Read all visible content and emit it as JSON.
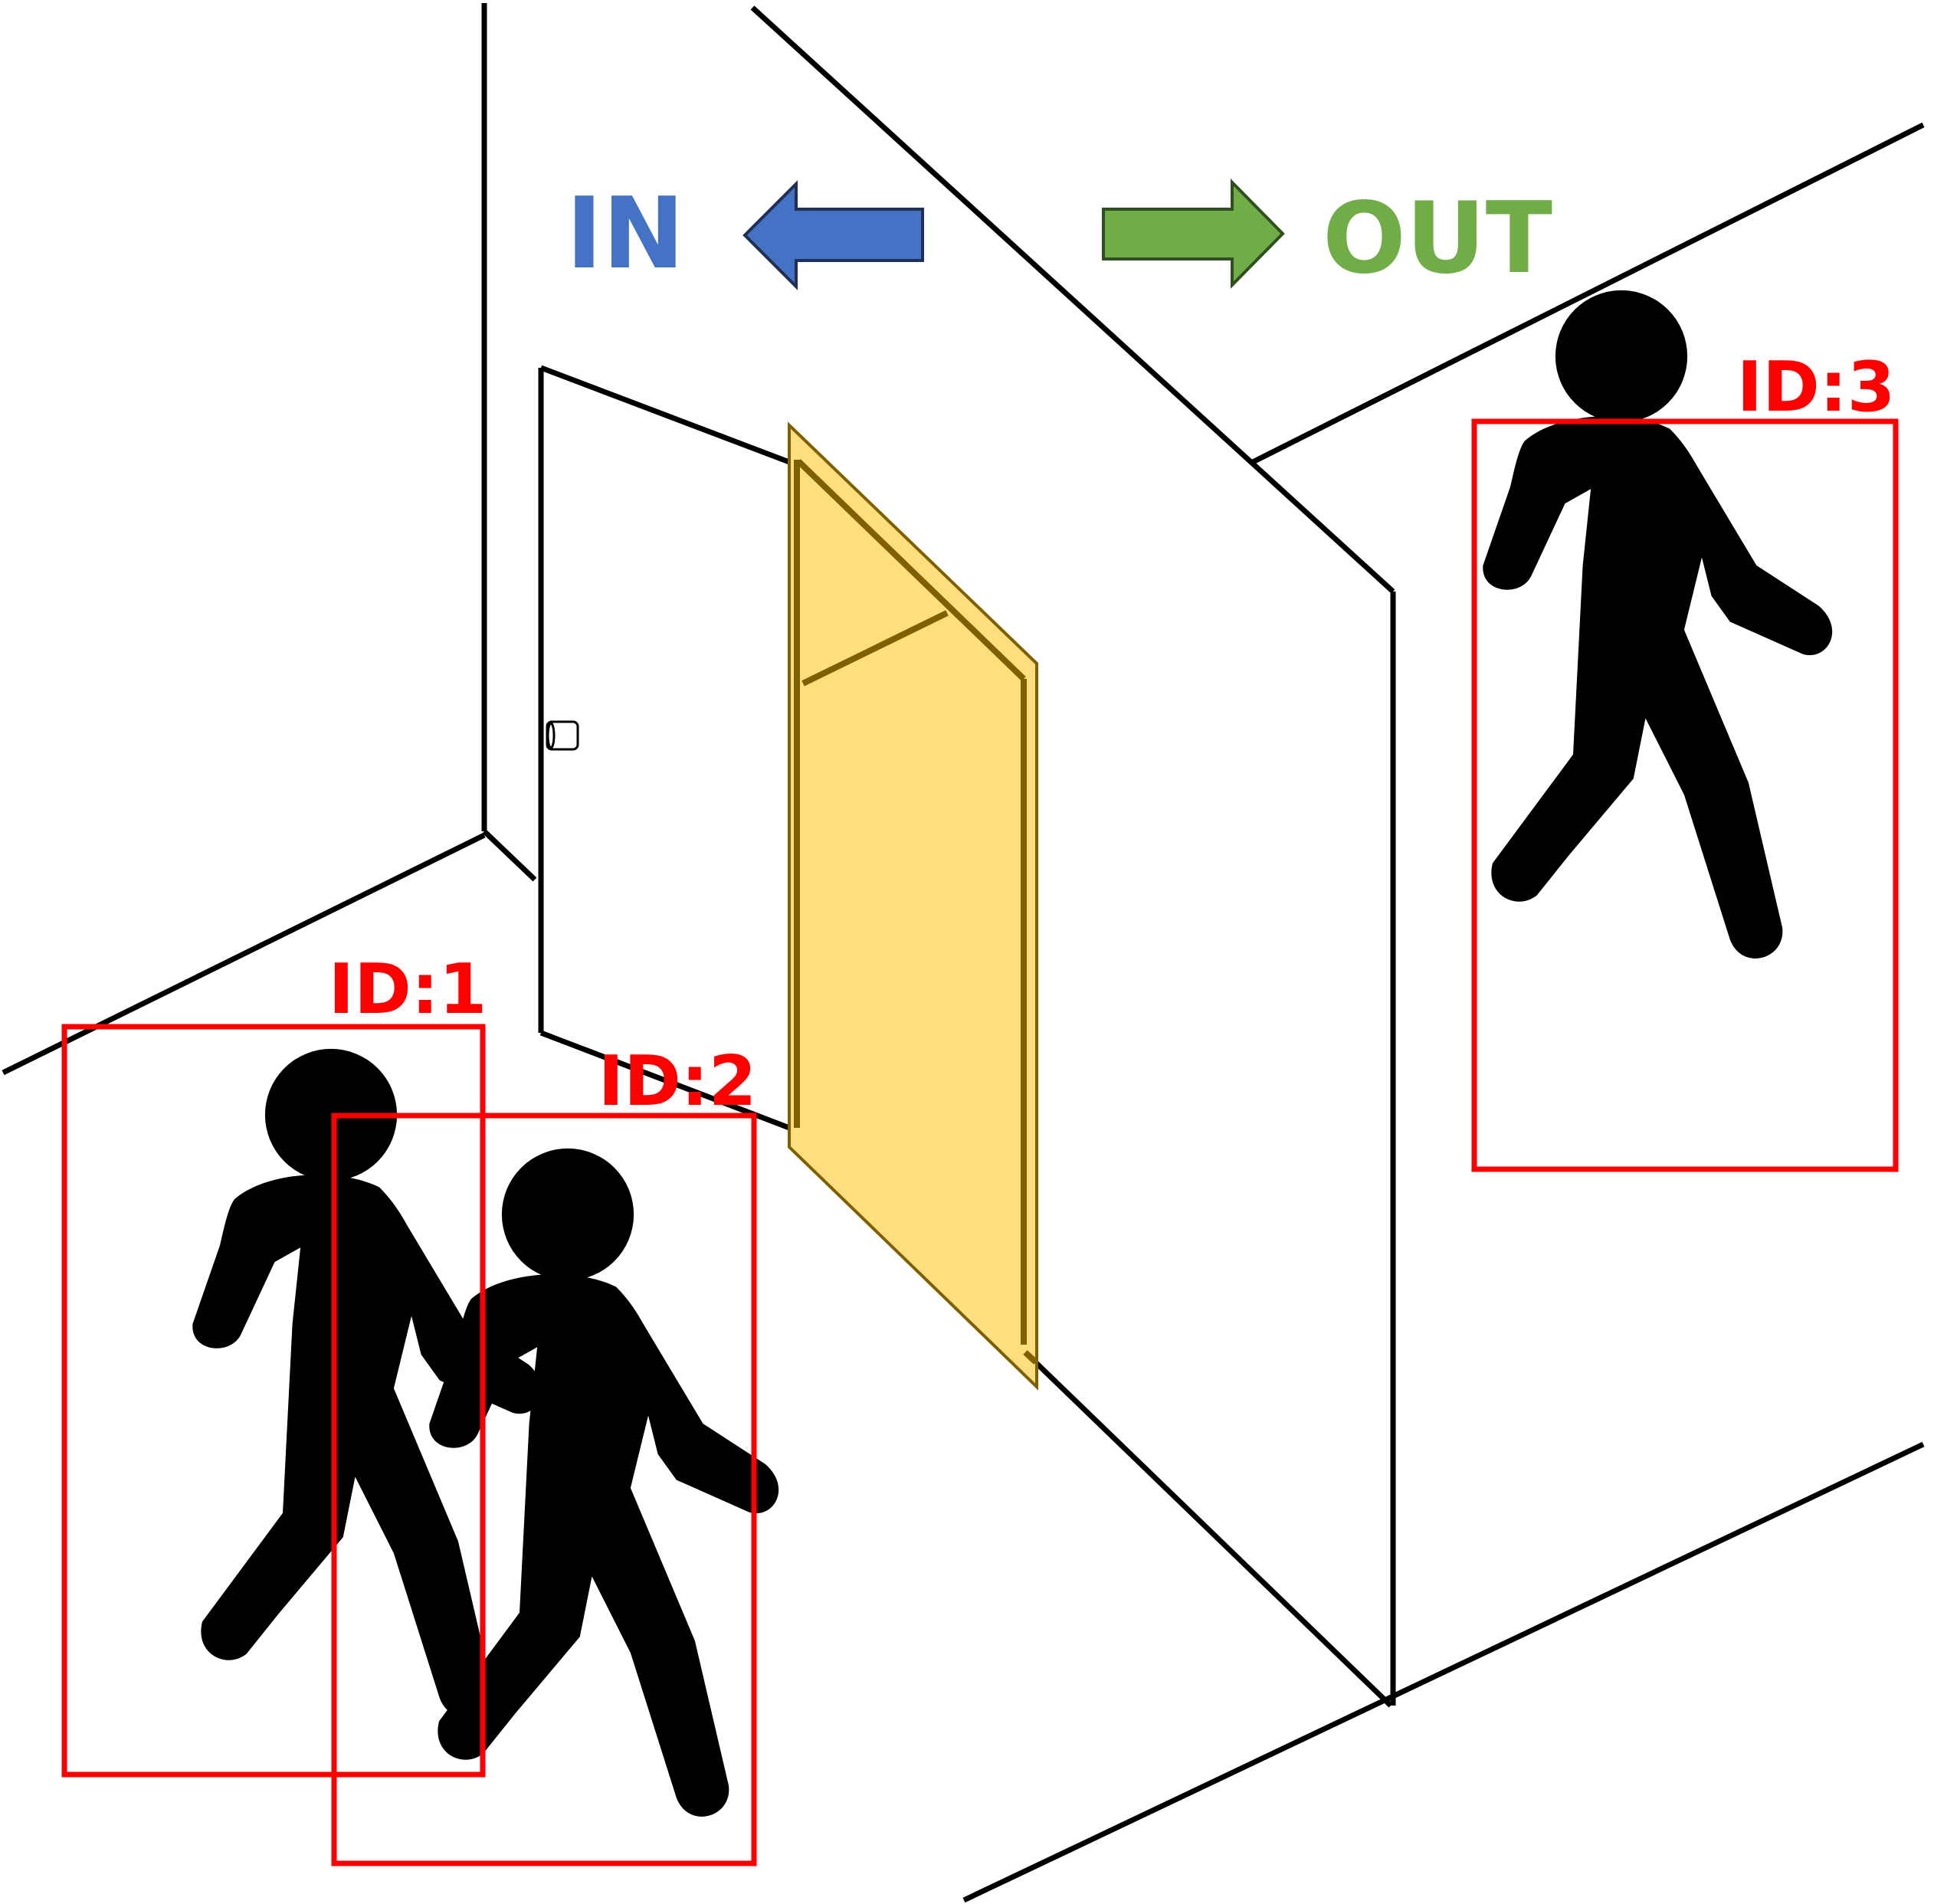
{
  "direction": {
    "in_label": "IN",
    "out_label": "OUT",
    "in_color": "#4472C4",
    "out_color": "#70AD47"
  },
  "door_color": "#FFDE80",
  "door_edge_color": "#7F6000",
  "box_color": "#FF0000",
  "detections": [
    {
      "id_label": "ID:1",
      "icon": "walking-person-icon"
    },
    {
      "id_label": "ID:2",
      "icon": "walking-person-icon"
    },
    {
      "id_label": "ID:3",
      "icon": "walking-person-icon"
    }
  ]
}
